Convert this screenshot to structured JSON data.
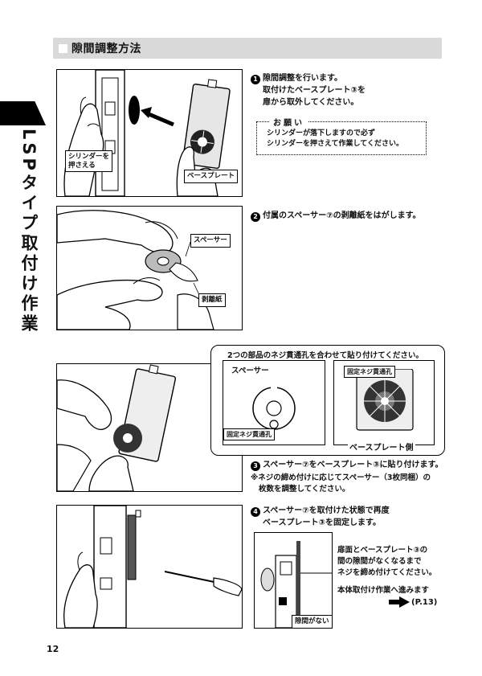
{
  "section": {
    "title": "隙間調整方法"
  },
  "side_title": "LSPタイプ取付け作業",
  "step1": {
    "number": "1",
    "line1": "隙間調整を行います。",
    "line2": "取付けたベースプレート③を",
    "line3": "扉から取外してください。",
    "caution_title": "お願い",
    "caution_line1": "シリンダーが落下しますので必ず",
    "caution_line2": "シリンダーを押さえて作業してください。",
    "callout_cylinder": "シリンダーを\n押さえる",
    "callout_baseplate": "ベースプレート"
  },
  "step2": {
    "number": "2",
    "line1": "付属のスペーサー⑦の剥離紙をはがします。",
    "callout_spacer": "スペーサー",
    "callout_paper": "剥離紙"
  },
  "step3": {
    "heading": "2つの部品のネジ貫通孔を合わせて貼り付けてください。",
    "spacer_label": "スペーサー",
    "spacer_hole_label": "固定ネジ貫通孔",
    "plate_hole_label": "固定ネジ貫通孔",
    "plate_side_label": "ベースプレート側",
    "number": "3",
    "line1": "スペーサー⑦をベースプレート③に貼り付けます。",
    "note_line1": "※ネジの締め付けに応じてスペーサー（3枚同梱）の",
    "note_line2": "枚数を調整してください。"
  },
  "step4": {
    "number": "4",
    "line1": "スペーサー⑦を取付けた状態で再度",
    "line2": "ベースプレート③を固定します。",
    "desc_line1": "扉面とベースプレート③の",
    "desc_line2": "間の隙間がなくなるまで",
    "desc_line3": "ネジを締め付けてください。",
    "next_line": "本体取付け作業へ進みます",
    "page_ref": "(P.13)",
    "gap_label": "隙間がない"
  },
  "page_number": "12"
}
